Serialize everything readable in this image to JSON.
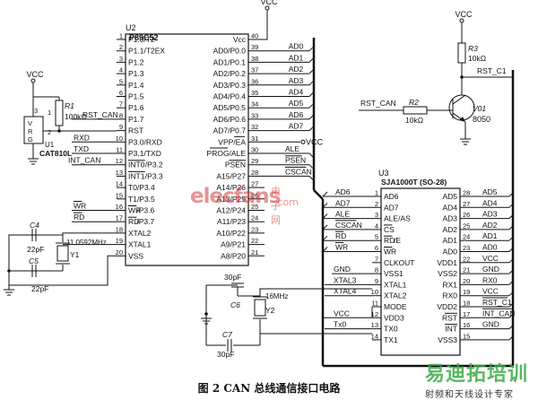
{
  "power_label": "VCC",
  "u2": {
    "ref": "U2",
    "part": "P89C52",
    "left_pins": [
      {
        "name": "P1.0/T2",
        "num": "1"
      },
      {
        "name": "P1.1/T2EX",
        "num": "2"
      },
      {
        "name": "P1.2",
        "num": "3"
      },
      {
        "name": "P1.3",
        "num": "4"
      },
      {
        "name": "P1.4",
        "num": "5"
      },
      {
        "name": "P1.5",
        "num": "6"
      },
      {
        "name": "P1.6",
        "num": "7"
      },
      {
        "name": "P1.7",
        "num": "8"
      },
      {
        "name": "RST",
        "num": "9"
      },
      {
        "name": "P3.0/RXD",
        "num": "10"
      },
      {
        "name": "P3.1/TXD",
        "num": "11"
      },
      {
        "name": "INT0/P3.2",
        "num": "12"
      },
      {
        "name": "INT1/P3.3",
        "num": "13"
      },
      {
        "name": "T0/P3.4",
        "num": "14"
      },
      {
        "name": "T1/P3.5",
        "num": "15"
      },
      {
        "name": "WR/P3.6",
        "num": "16"
      },
      {
        "name": "RD/P3.7",
        "num": "17"
      },
      {
        "name": "XTAL2",
        "num": "18"
      },
      {
        "name": "XTAL1",
        "num": "19"
      },
      {
        "name": "VSS",
        "num": "20"
      }
    ],
    "right_pins": [
      {
        "name": "VCC",
        "num": "40"
      },
      {
        "name": "AD0/P0.0",
        "num": "39"
      },
      {
        "name": "AD1/P0.1",
        "num": "38"
      },
      {
        "name": "AD2/P0.2",
        "num": "37"
      },
      {
        "name": "AD3/P0.3",
        "num": "36"
      },
      {
        "name": "AD4/P0.4",
        "num": "35"
      },
      {
        "name": "AD5/P0.5",
        "num": "34"
      },
      {
        "name": "AD6/P0.6",
        "num": "33"
      },
      {
        "name": "AD7/P0.7",
        "num": "32"
      },
      {
        "name": "VPP/EA",
        "num": "31"
      },
      {
        "name": "PROG/ALE",
        "num": "30"
      },
      {
        "name": "PSEN",
        "num": "29"
      },
      {
        "name": "A15/P27",
        "num": "28"
      },
      {
        "name": "A14/P26",
        "num": "27"
      },
      {
        "name": "A13/P25",
        "num": "26"
      },
      {
        "name": "A12/P24",
        "num": "25"
      },
      {
        "name": "A11/P23",
        "num": "24"
      },
      {
        "name": "A10/P22",
        "num": "23"
      },
      {
        "name": "A9/P21",
        "num": "22"
      },
      {
        "name": "A8/P20",
        "num": "21"
      }
    ],
    "left_nets": [
      "RST_CAN",
      "RXD",
      "TXD",
      "INT_CAN",
      "WR",
      "RD"
    ],
    "right_nets": [
      "AD0",
      "AD1",
      "AD2",
      "AD3",
      "AD4",
      "AD5",
      "AD6",
      "AD7",
      "ALE",
      "PSEN",
      "CSCAN"
    ]
  },
  "u3": {
    "ref": "U3",
    "part": "SJA1000T (SO-28)",
    "left_pins": [
      {
        "name": "AD6",
        "num": "1"
      },
      {
        "name": "AD7",
        "num": "2"
      },
      {
        "name": "ALE/AS",
        "num": "3"
      },
      {
        "name": "CS",
        "num": "4"
      },
      {
        "name": "RD/E",
        "num": "5"
      },
      {
        "name": "WR",
        "num": "6"
      },
      {
        "name": "CLKOUT",
        "num": "7"
      },
      {
        "name": "VSS1",
        "num": "8"
      },
      {
        "name": "XTAL1",
        "num": "9"
      },
      {
        "name": "XTAL2",
        "num": "10"
      },
      {
        "name": "MODE",
        "num": "11"
      },
      {
        "name": "VDD3",
        "num": "12"
      },
      {
        "name": "TX0",
        "num": "13"
      },
      {
        "name": "TX1",
        "num": "14"
      }
    ],
    "right_pins": [
      {
        "name": "AD5",
        "num": "28"
      },
      {
        "name": "AD4",
        "num": "27"
      },
      {
        "name": "AD3",
        "num": "26"
      },
      {
        "name": "AD2",
        "num": "25"
      },
      {
        "name": "AD1",
        "num": "24"
      },
      {
        "name": "AD0",
        "num": "23"
      },
      {
        "name": "VDD1",
        "num": "22"
      },
      {
        "name": "VSS2",
        "num": "21"
      },
      {
        "name": "RX1",
        "num": "20"
      },
      {
        "name": "RX0",
        "num": "19"
      },
      {
        "name": "VDD2",
        "num": "18"
      },
      {
        "name": "RST",
        "num": "17"
      },
      {
        "name": "INT",
        "num": "16"
      },
      {
        "name": "VSS3",
        "num": "15"
      }
    ],
    "left_nets": [
      "AD6",
      "AD7",
      "ALE",
      "CSCAN",
      "RD",
      "WR",
      "GND",
      "XTAL3",
      "XTAL4",
      "VCC",
      "Tx0"
    ],
    "right_nets": [
      "AD5",
      "AD4",
      "AD3",
      "AD2",
      "AD1",
      "AD0",
      "VCC",
      "GND",
      "RX0",
      "VCC",
      "RST_C1",
      "INT_CAN",
      "GND"
    ]
  },
  "u1": {
    "ref": "U1",
    "part": "CAT810L",
    "pins": [
      "V",
      "R",
      "G"
    ],
    "pin_nums": [
      "3",
      "2",
      "1"
    ]
  },
  "r1": {
    "ref": "R1",
    "value": "100kΩ"
  },
  "r2": {
    "ref": "R2",
    "value": "10kΩ",
    "net": "RST_CAN"
  },
  "r3": {
    "ref": "R3",
    "value": "10kΩ",
    "net": "RST_C1"
  },
  "q1": {
    "ref": "V01",
    "part": "8050"
  },
  "c4": {
    "ref": "C4",
    "value": "22pF"
  },
  "c5": {
    "ref": "C5",
    "value": "22pF"
  },
  "y1": {
    "ref": "Y1",
    "value": "11.0592MHz"
  },
  "c6": {
    "ref": "C6",
    "value": "30pF"
  },
  "c7": {
    "ref": "C7",
    "value": "30pF"
  },
  "y2": {
    "ref": "Y2",
    "value": "16MHz"
  },
  "nets": {
    "xtal3": "XTAL3",
    "xtal4": "XTAL4"
  },
  "caption": "图 2   CAN 总线通信接口电路",
  "watermark": {
    "mid_main": "elecfans",
    "mid_cn": "电子网",
    "mid_url": ".com",
    "logo_cn": "易迪拓培训",
    "logo_sub": "射频和天线设计专家"
  }
}
